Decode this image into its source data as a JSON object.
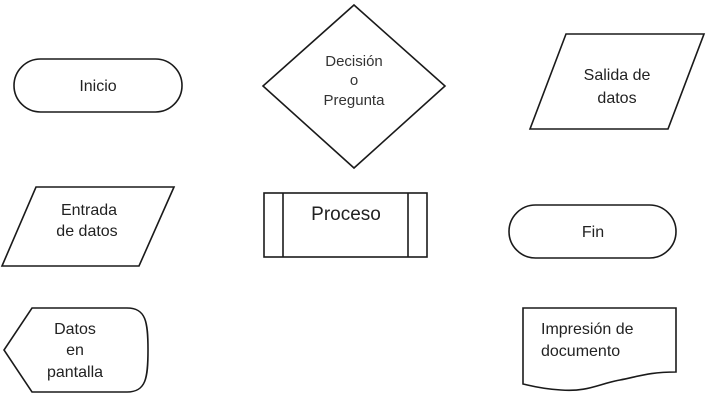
{
  "symbols": {
    "inicio": {
      "label": "Inicio"
    },
    "decision": {
      "lines": [
        "Decisión",
        "o",
        "Pregunta"
      ]
    },
    "salida": {
      "lines": [
        "Salida de",
        "datos"
      ]
    },
    "entrada": {
      "lines": [
        "Entrada",
        "de datos"
      ]
    },
    "proceso": {
      "label": "Proceso"
    },
    "fin": {
      "label": "Fin"
    },
    "pantalla": {
      "lines": [
        "Datos",
        "en",
        "pantalla"
      ]
    },
    "documento": {
      "lines": [
        "Impresión de",
        "documento"
      ]
    }
  }
}
